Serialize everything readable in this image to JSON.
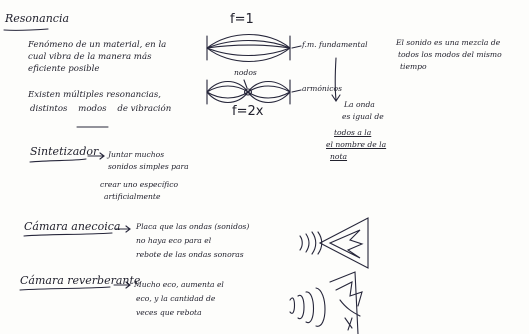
{
  "title": "Resonancia",
  "resonancia": {
    "line1": "Fenómeno de un material, en la",
    "line2": "cual vibra de la manera más",
    "line3": "eficiente posible",
    "line4": "Existen múltiples resonancias,",
    "line5a": "distintos",
    "line5b": "modos",
    "line5c": "de vibración"
  },
  "diagram": {
    "f1": "f=1",
    "f2": "f=2x",
    "nodos": "nodos",
    "fundamental": "f.m. fundamental",
    "armonicos": "armónicos"
  },
  "right_note": {
    "line1": "El sonido es una mezcla de",
    "line2": "todos los modos del mismo",
    "line3": "tiempo"
  },
  "bracket_note": {
    "line1": "La onda",
    "line2": "es igual de",
    "line3": "todos a la",
    "line4": "el nombre de la",
    "line5": "nota"
  },
  "sintetizador": {
    "label": "Sintetizador",
    "line1": "Juntar muchos",
    "line2": "sonidos simples para",
    "line3": "crear uno específico",
    "line4": "artificialmente"
  },
  "camara_anecoica": {
    "label": "Cámara anecoica",
    "line1": "Placa que las ondas (sonidos)",
    "line2": "no haya eco para el",
    "line3": "rebote de las ondas sonoras"
  },
  "camara_reverberante": {
    "label": "Cámara reverberante",
    "line1": "Mucho eco, aumenta el",
    "line2": "eco, y la cantidad de",
    "line3": "veces que rebota"
  }
}
